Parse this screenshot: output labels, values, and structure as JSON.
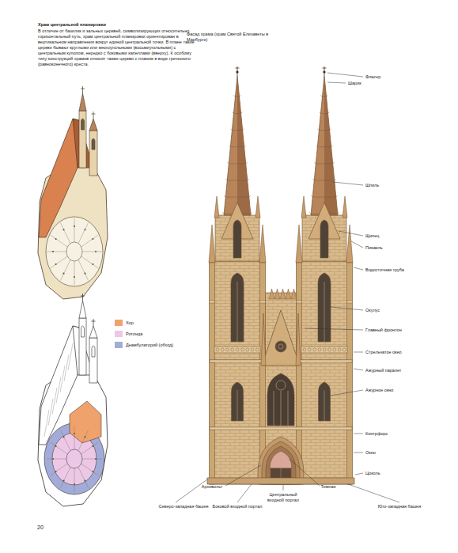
{
  "diagram": {
    "labels": [
      "Храм центральной планировки",
      "В отличие от базилик и зальных церквей, символизирующих относительно горизонтальный путь, храм центральной планировки ориентирован в вертикальном направлении вокруг единой центральной точки. В плане такие церкви бывают круглыми или многоугольными (восьмиугольными) с центральным куполом, нередко с боковыми капеллами (вверху). К особому типу конструкций храмов относят также церкви с планом в виде греческого (равноконечного) креста.",
      "Фасад храма (храм Святой Елизаветы в Марбурге)",
      "Флюгер",
      "Шарик",
      "Шпиль",
      "Щипец",
      "Пинакль",
      "Водосточная труба",
      "Окулус",
      "Главный фронтон",
      "Стрельчатое окно",
      "Ажурный парапет",
      "Ажурное окно",
      "Контрфорс",
      "Окно",
      "Цоколь",
      "Архивольт",
      "Тимпан",
      "Центральный входной портал",
      "Северо-западная башня",
      "Боковой входной портал",
      "Юго-западная башня",
      "20"
    ],
    "legend": [
      {
        "text": "Хор",
        "color": "#f0a26c"
      },
      {
        "text": "Ротонда",
        "color": "#ecc8e6"
      },
      {
        "text": "Деамбулаторий (обход)",
        "color": "#a3acd8"
      }
    ]
  }
}
